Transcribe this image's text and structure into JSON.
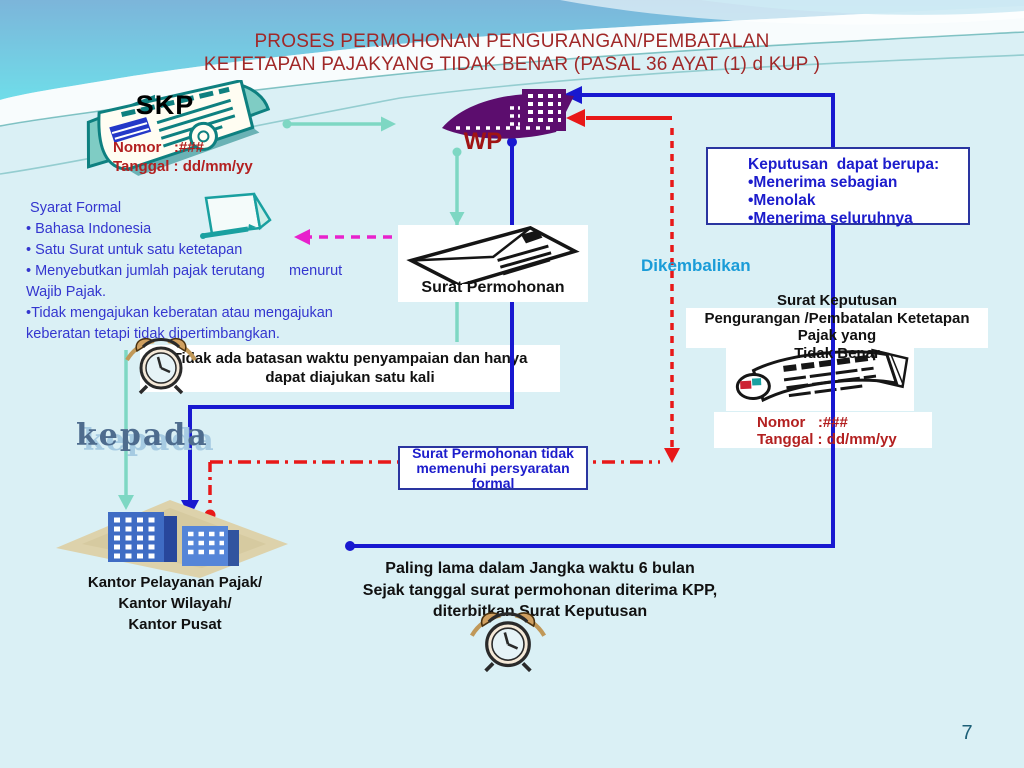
{
  "title": {
    "line1": "PROSES PERMOHONAN PENGURANGAN/PEMBATALAN",
    "line2": "KETETAPAN PAJAKYANG TIDAK BENAR (PASAL 36 AYAT (1)  d KUP )"
  },
  "skp": {
    "label": "SKP",
    "details": "Nomor   :###\nTanggal : dd/mm/yy"
  },
  "wp": {
    "label": "WP"
  },
  "keputusan_box": {
    "text": "Keputusan  dapat berupa:\n•Menerima sebagian\n•Menolak\n•Menerima seluruhnya"
  },
  "syarat_formal": {
    "text": " Syarat Formal\n• Bahasa Indonesia\n• Satu Surat untuk satu ketetapan\n• Menyebutkan jumlah pajak terutang      menurut\nWajib Pajak.\n•Tidak mengajukan keberatan atau mengajukan\nkeberatan tetapi tidak dipertimbangkan."
  },
  "surat_permohonan": {
    "label": "Surat Permohonan"
  },
  "dikembalikan": {
    "label": "Dikembalikan"
  },
  "batas_waktu": {
    "text": "Tidak ada batasan waktu penyampaian dan hanya\ndapat diajukan satu kali"
  },
  "kepada": {
    "label": "kepada"
  },
  "surat_keputusan": {
    "title": "Surat Keputusan\nPengurangan /Pembatalan Ketetapan\nPajak yang\nTidak Benar",
    "details": "Nomor   :###\nTanggal : dd/mm/yy"
  },
  "formal_gagal": {
    "text": "Surat Permohonan tidak\nmemenuhi persyaratan\nformal"
  },
  "kantor": {
    "text": "Kantor Pelayanan Pajak/\nKantor Wilayah/\nKantor Pusat"
  },
  "jangka_waktu": {
    "text": "Paling lama dalam Jangka waktu 6 bulan\nSejak tanggal surat permohonan diterima KPP,\nditerbitkan Surat Keputusan"
  },
  "page_number": "7",
  "icons": {
    "skp": "newspaper-stack-icon",
    "wp": "office-building-icon",
    "syarat": "folded-note-icon",
    "surat_permohonan": "envelope-icon",
    "batas_waktu": "alarm-clock-icon",
    "surat_keputusan": "newspaper-icon",
    "kantor": "office-buildings-icon",
    "jangka_waktu": "alarm-clock-icon"
  },
  "colors": {
    "title_red": "#a02828",
    "detail_red": "#b32020",
    "text_blue": "#2b2bcf",
    "line_blue": "#1818d0",
    "line_red": "#e81818",
    "line_teal": "#7ed7c3",
    "line_magenta": "#e822cc",
    "dikembalikan_cyan": "#1a9cd8",
    "bg_light": "#daf0f5"
  }
}
